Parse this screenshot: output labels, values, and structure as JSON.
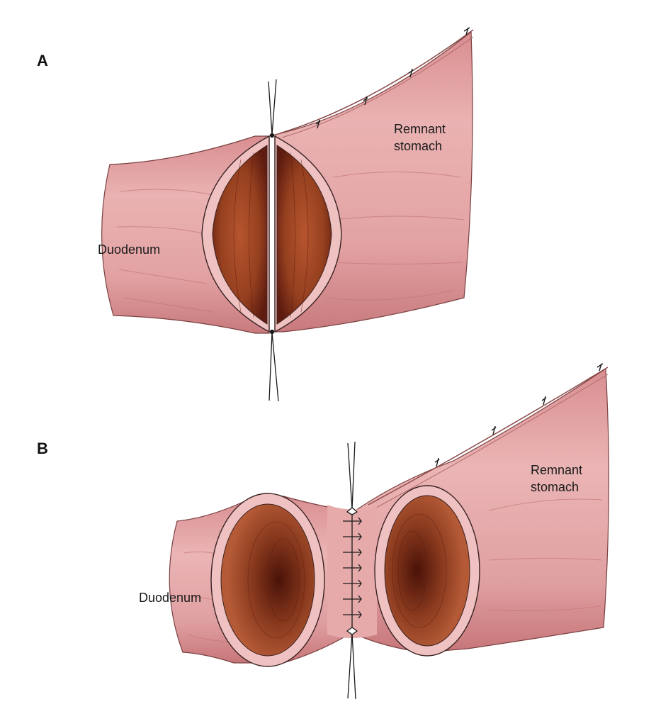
{
  "panels": [
    {
      "letter": "A",
      "labels": {
        "left": "Duodenum",
        "right": "Remnant stomach"
      },
      "right_label_lines": [
        "Remnant",
        "stomach"
      ]
    },
    {
      "letter": "B",
      "labels": {
        "left": "Duodenum",
        "right": "Remnant stomach"
      },
      "right_label_lines": [
        "Remnant",
        "stomach"
      ]
    }
  ],
  "colors": {
    "tissue": "#e0999b",
    "tissue_light": "#efc1c0",
    "tissue_shadow": "#c77679",
    "mucosa_dark": "#6e2315",
    "mucosa_mid": "#a8482a",
    "outline": "#3a2222",
    "suture": "#1a1a1a"
  }
}
